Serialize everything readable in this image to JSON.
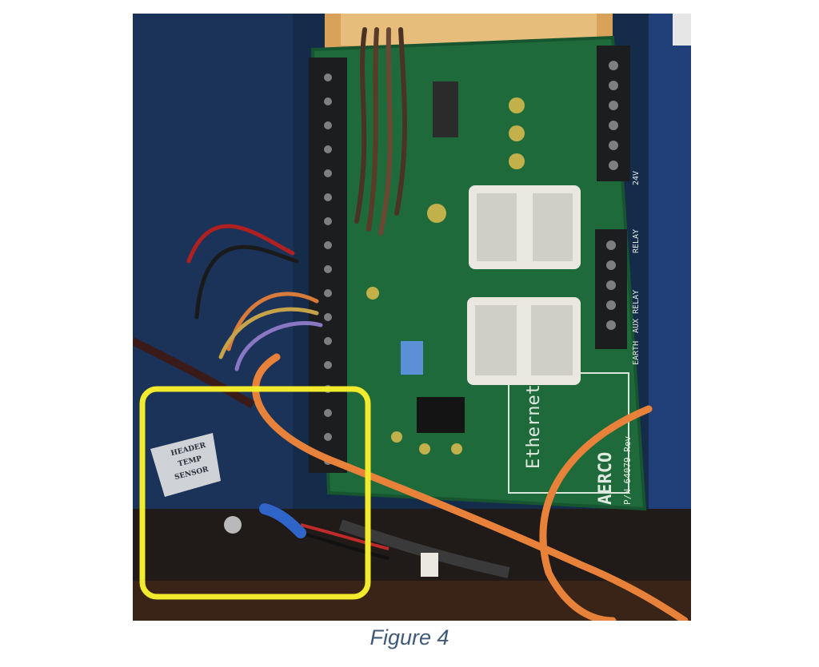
{
  "figure": {
    "caption": "Figure 4",
    "highlight_color": "#f2ea2c"
  },
  "photo": {
    "sensor_label_lines": [
      "HEADER",
      "TEMP",
      "SENSOR"
    ],
    "board_text": {
      "brand": "AERCO",
      "part_number": "P/N 64079 Rev",
      "interface": "Ethernet",
      "aux_relay": "AUX RELAY",
      "earth": "EARTH",
      "voltage": "24V",
      "relay": "RELAY"
    },
    "colors": {
      "cabinet_blue": "#1b3a66",
      "pcb_green": "#1f6a3a",
      "wire_orange": "#e8823a",
      "relay_white": "#e9e7df"
    }
  }
}
